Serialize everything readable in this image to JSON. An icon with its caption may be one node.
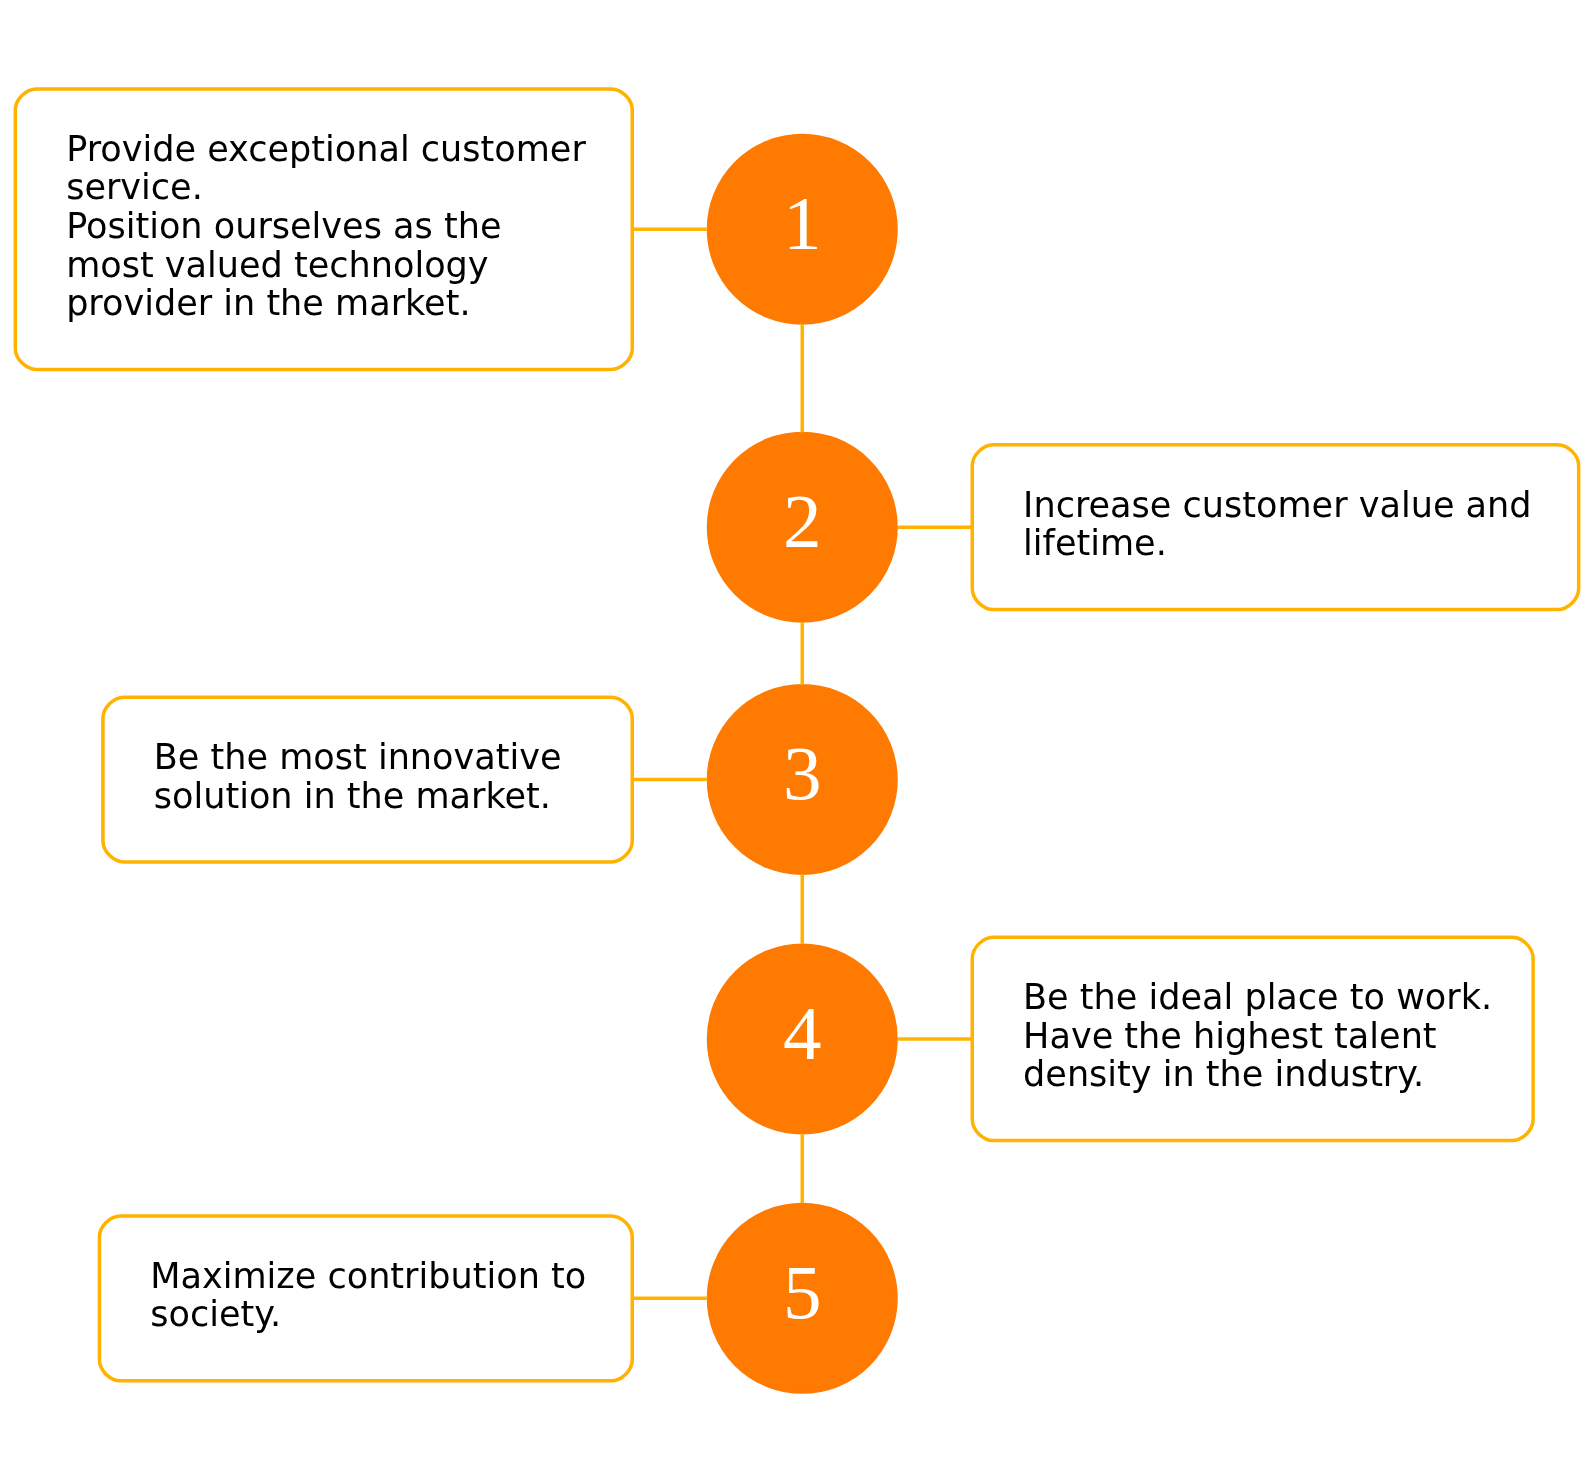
{
  "diagram": {
    "nodes": [
      {
        "text": [
          "Provide exceptional customer service.",
          "Position ourselves as the most valued technology provider in the market."
        ]
      },
      {
        "text": [
          "1"
        ]
      },
      {
        "text": [
          "Increase customer value and lifetime."
        ]
      },
      {
        "text": [
          "2"
        ]
      },
      {
        "text": [
          "Be the most innovative solution in the market."
        ]
      },
      {
        "text": [
          "3"
        ]
      },
      {
        "text": [
          "Be the ideal place to work.",
          "Have the highest talent density in the industry."
        ]
      },
      {
        "text": [
          "4"
        ]
      },
      {
        "text": [
          "Maximize contribution to society."
        ]
      },
      {
        "text": [
          "5"
        ]
      }
    ],
    "edges": [
      {
        "from": 0,
        "to": 1,
        "arrow": "none"
      },
      {
        "from": 1,
        "to": 3,
        "arrow": "none"
      },
      {
        "from": 3,
        "to": 2,
        "arrow": "none"
      },
      {
        "from": 3,
        "to": 5,
        "arrow": "none"
      },
      {
        "from": 4,
        "to": 5,
        "arrow": "none"
      },
      {
        "from": 5,
        "to": 7,
        "arrow": "none"
      },
      {
        "from": 7,
        "to": 6,
        "arrow": "none"
      },
      {
        "from": 7,
        "to": 9,
        "arrow": "none"
      },
      {
        "from": 8,
        "to": 9,
        "arrow": "none"
      }
    ]
  }
}
